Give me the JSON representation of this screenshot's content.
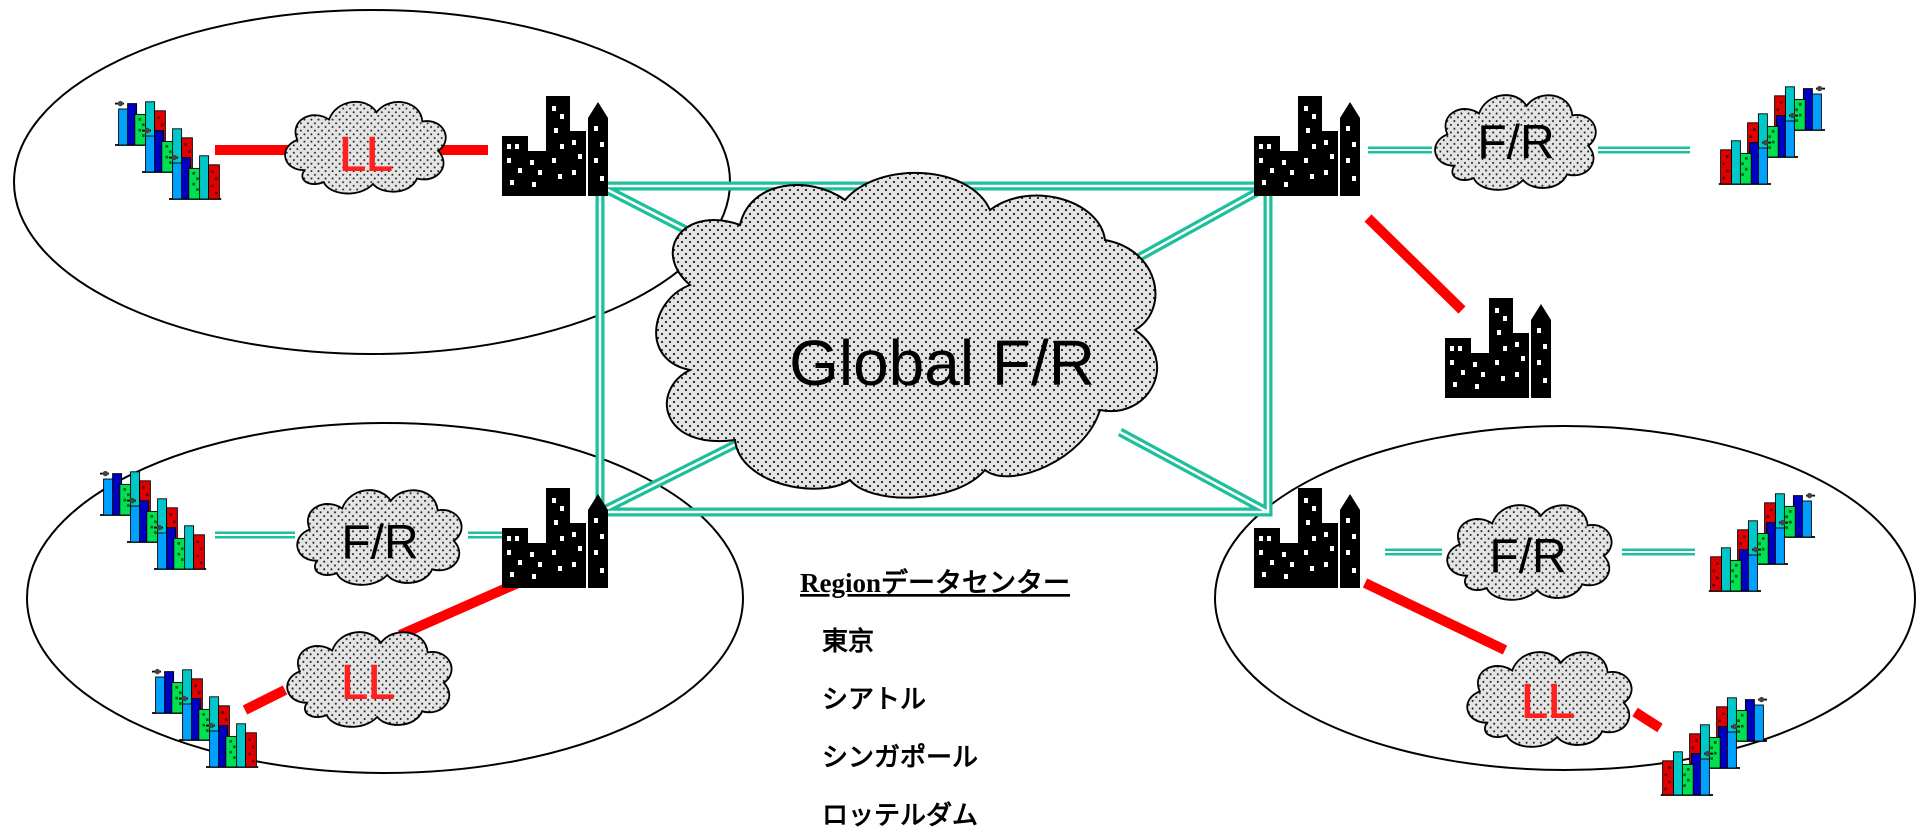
{
  "diagram": {
    "central_cloud_label": "Global F/R",
    "regions": {
      "top_left": {
        "cloud_label": "LL"
      },
      "top_right": {
        "cloud_label": "F/R"
      },
      "bottom_left": {
        "fr_cloud_label": "F/R",
        "ll_cloud_label": "LL"
      },
      "bottom_right": {
        "fr_cloud_label": "F/R",
        "ll_cloud_label": "LL"
      }
    },
    "colors": {
      "leased_line": "#ff0000",
      "frame_relay": "#1dbf9c",
      "ll_text": "#ff2020",
      "fr_text": "#000000"
    },
    "icons": {
      "datacenter": "city-skyline-icon",
      "branch": "office-buildings-icon"
    }
  },
  "legend": {
    "title": "Regionデータセンター",
    "items": [
      "東京",
      "シアトル",
      "シンガポール",
      "ロッテルダム"
    ]
  }
}
